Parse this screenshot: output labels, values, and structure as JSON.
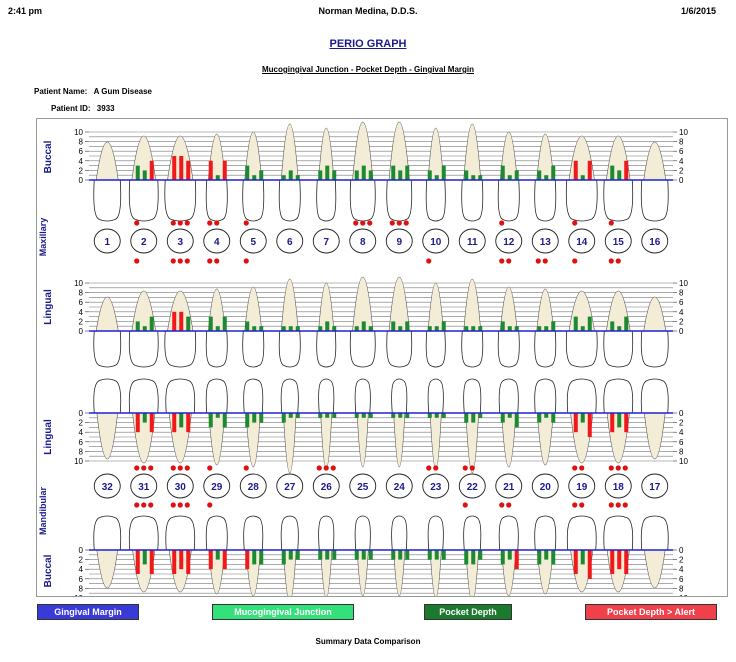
{
  "header": {
    "time": "2:41 pm",
    "doctor": "Norman Medina, D.D.S.",
    "date": "1/6/2015"
  },
  "title": "PERIO GRAPH",
  "subtitle": "Mucogingival Junction - Pocket Depth - Gingival Margin",
  "patient": {
    "name_label": "Patient Name:",
    "name": "A Gum Disease",
    "id_label": "Patient ID:",
    "id": "3933"
  },
  "arch_labels": {
    "upper": "Maxillary",
    "lower": "Mandibular",
    "buccal": "Buccal",
    "lingual": "Lingual"
  },
  "scale_upper": [
    "10",
    "8",
    "6",
    "4",
    "2",
    "0"
  ],
  "scale_lower": [
    "0",
    "2",
    "4",
    "6",
    "8",
    "10"
  ],
  "upper_teeth": [
    "1",
    "2",
    "3",
    "4",
    "5",
    "6",
    "7",
    "8",
    "9",
    "10",
    "11",
    "12",
    "13",
    "14",
    "15",
    "16"
  ],
  "lower_teeth": [
    "32",
    "31",
    "30",
    "29",
    "28",
    "27",
    "26",
    "25",
    "24",
    "23",
    "22",
    "21",
    "20",
    "19",
    "18",
    "17"
  ],
  "legend": [
    {
      "label": "Gingival Margin",
      "color": "#3a3ad8"
    },
    {
      "label": "Mucogingival Junction",
      "color": "#33e07a"
    },
    {
      "label": "Pocket Depth",
      "color": "#1b7a2e"
    },
    {
      "label": "Pocket Depth > Alert",
      "color": "#f0404a"
    }
  ],
  "footer": "Summary Data Comparison",
  "colors": {
    "gingival": "#2020d0",
    "pocket": "#1c8a2e",
    "alert": "#f01818",
    "tooth": "#f3ecd6"
  }
}
